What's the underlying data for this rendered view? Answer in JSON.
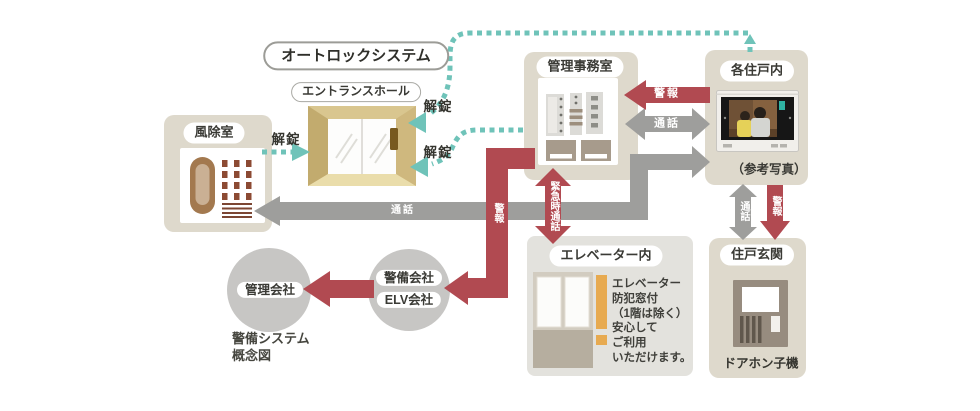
{
  "diagram": {
    "title": "オートロックシステム",
    "nodes": {
      "windbreak_room": {
        "label": "風除室"
      },
      "entrance_hall": {
        "label": "エントランスホール"
      },
      "management_office": {
        "label": "管理事務室"
      },
      "unit_interior": {
        "label": "各住戸内",
        "caption": "（参考写真）"
      },
      "elevator": {
        "label": "エレベーター内",
        "note_lines": [
          "エレベーター",
          "防犯窓付",
          "（1階は除く）",
          "安心して",
          "ご利用",
          "いただけます。"
        ]
      },
      "unit_entrance": {
        "label": "住戸玄関",
        "caption": "ドアホン子機"
      },
      "management_company": {
        "label": "管理会社"
      },
      "security_company": {
        "label": "警備会社",
        "sublabel": "ELV会社"
      }
    },
    "footnote_lines": [
      "警備システム",
      "概念図"
    ],
    "labels": {
      "unlock": "解錠",
      "alarm": "警報",
      "call": "通話",
      "emergency_call": "緊急時通話"
    },
    "colors": {
      "alarm_red": "#b14a51",
      "call_gray": "#9e9e9c",
      "unlock_teal": "#6fc3b9",
      "node_beige": "#ded9cc",
      "elevator_box_gray": "#e3e2dd",
      "company_circle_gray": "#c7c6c4",
      "security_window_orange": "#e7aa50"
    }
  }
}
